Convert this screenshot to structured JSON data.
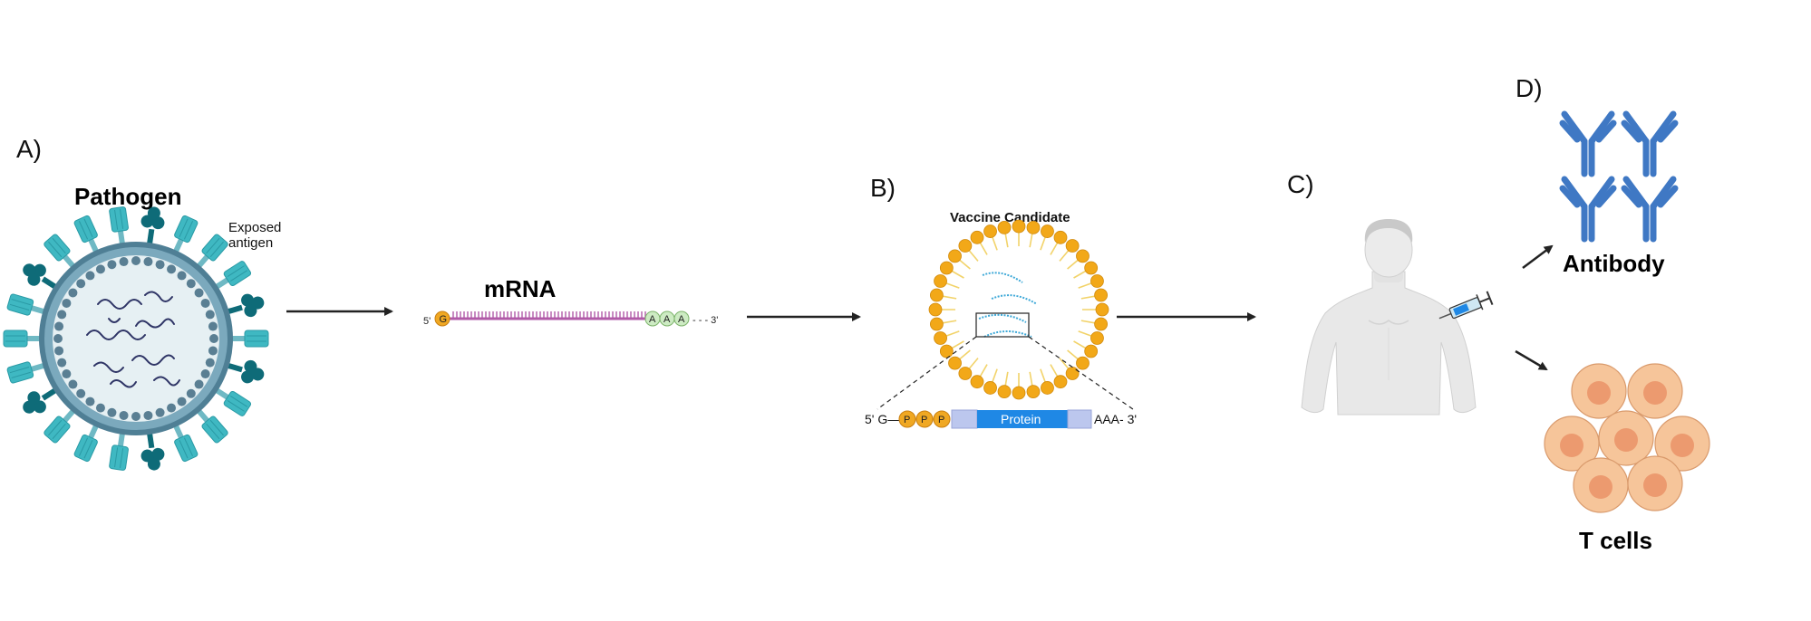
{
  "panels": {
    "a": "A)",
    "b": "B)",
    "c": "C)",
    "d": "D)"
  },
  "pathogen": {
    "title": "Pathogen",
    "antigen_line1": "Exposed",
    "antigen_line2": "antigen"
  },
  "mrna": {
    "title": "mRNA",
    "five_prime": "5'",
    "cap": "G",
    "tail_base": "A",
    "three_prime": "- - - 3'"
  },
  "vaccine": {
    "title": "Vaccine Candidate",
    "construct_left": "5' G—",
    "phosphate": "P",
    "protein": "Protein",
    "construct_right": "AAA- 3'"
  },
  "outcomes": {
    "antibody": "Antibody",
    "tcells": "T cells"
  },
  "colors": {
    "virus_shell": "#5f8fa6",
    "virus_inner": "#eef5f7",
    "spike_light": "#3fb8c2",
    "spike_dark": "#0e6b78",
    "mrna_strand": "#b15aa8",
    "cap": "#f0a823",
    "polyA": "#cdebc3",
    "lipid": "#f2a818",
    "protein_blue": "#1f88e5",
    "utr": "#bcc7ee",
    "antibody": "#3f78c4",
    "tcell": "#f6c59a",
    "tcell_nucleus": "#ec9a6f",
    "arrow": "#222222",
    "body": "#e8e8e8"
  },
  "icons": [
    "virus-icon",
    "mrna-strand-icon",
    "lipid-nanoparticle-icon",
    "human-body-icon",
    "syringe-icon",
    "antibody-icon",
    "t-cell-icon",
    "arrow-icon"
  ]
}
